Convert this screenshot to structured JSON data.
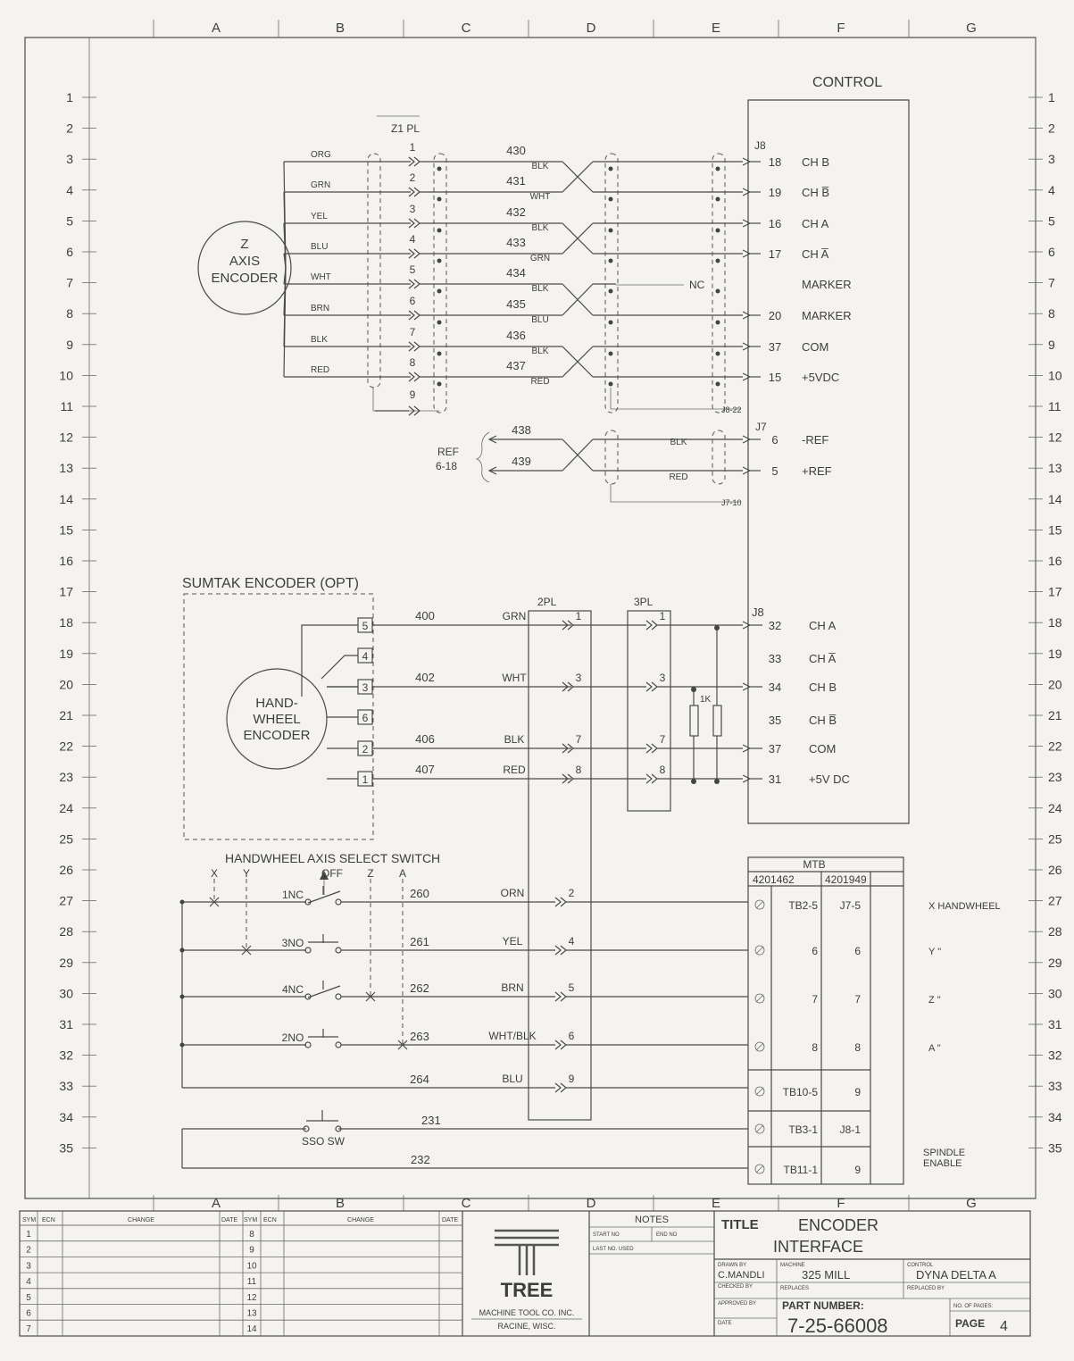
{
  "border": {
    "columns": [
      "A",
      "B",
      "C",
      "D",
      "E",
      "F",
      "G"
    ],
    "rows": [
      "1",
      "2",
      "3",
      "4",
      "5",
      "6",
      "7",
      "8",
      "9",
      "10",
      "11",
      "12",
      "13",
      "14",
      "15",
      "16",
      "17",
      "18",
      "19",
      "20",
      "21",
      "22",
      "23",
      "24",
      "25",
      "26",
      "27",
      "28",
      "29",
      "30",
      "31",
      "32",
      "33",
      "34",
      "35"
    ]
  },
  "control": {
    "label": "CONTROL"
  },
  "z_encoder": {
    "lines": [
      "Z",
      "AXIS",
      "ENCODER"
    ],
    "connector": "Z1 PL",
    "plug": "J8",
    "wire_colors": [
      "ORG",
      "GRN",
      "YEL",
      "BLU",
      "WHT",
      "BRN",
      "BLK",
      "RED"
    ],
    "pins": [
      "1",
      "2",
      "3",
      "4",
      "5",
      "6",
      "7",
      "8",
      "9"
    ],
    "wires": [
      {
        "num": "430",
        "color": "BLK",
        "pin": "18",
        "signal": "CH B"
      },
      {
        "num": "431",
        "color": "WHT",
        "pin": "19",
        "signal": "CH B̅"
      },
      {
        "num": "432",
        "color": "BLK",
        "pin": "16",
        "signal": "CH A"
      },
      {
        "num": "433",
        "color": "GRN",
        "pin": "17",
        "signal": "CH A̅"
      },
      {
        "num": "434",
        "color": "BLK",
        "pin": "",
        "signal": "MARKER"
      },
      {
        "num": "435",
        "color": "BLU",
        "pin": "20",
        "signal": "MARKER"
      },
      {
        "num": "436",
        "color": "BLK",
        "pin": "37",
        "signal": "COM"
      },
      {
        "num": "437",
        "color": "RED",
        "pin": "15",
        "signal": "+5VDC"
      }
    ],
    "nc": "NC",
    "shield_ref": "J8-22"
  },
  "ref": {
    "label": [
      "REF",
      "6-18"
    ],
    "plug": "J7",
    "wires": [
      {
        "num": "438",
        "color": "BLK",
        "pin": "6",
        "signal": "-REF"
      },
      {
        "num": "439",
        "color": "RED",
        "pin": "5",
        "signal": "+REF"
      }
    ],
    "shield_ref": "J7-10"
  },
  "sumtak": {
    "title": "SUMTAK ENCODER (OPT)",
    "lines": [
      "HAND-",
      "WHEEL",
      "ENCODER"
    ],
    "terminals": [
      "5",
      "4",
      "3",
      "6",
      "2",
      "1"
    ],
    "conn2": "2PL",
    "conn3": "3PL",
    "plug": "J8",
    "resistor": "1K",
    "wires": [
      {
        "num": "400",
        "color": "GRN",
        "pin2": "1",
        "pin3": "1",
        "pin": "32",
        "signal": "CH A"
      },
      {
        "num": "402",
        "color": "WHT",
        "pin2": "3",
        "pin3": "3",
        "pin": "34",
        "signal": "CH B"
      },
      {
        "num": "406",
        "color": "BLK",
        "pin2": "7",
        "pin3": "7",
        "pin": "37",
        "signal": "COM"
      },
      {
        "num": "407",
        "color": "RED",
        "pin2": "8",
        "pin3": "8",
        "pin": "31",
        "signal": "+5V DC"
      }
    ],
    "extra": [
      {
        "pin": "33",
        "signal": "CH A̅"
      },
      {
        "pin": "35",
        "signal": "CH B̅"
      }
    ]
  },
  "switch": {
    "title": "HANDWHEEL AXIS SELECT SWITCH",
    "axes": [
      "X",
      "Y",
      "OFF",
      "Z",
      "A"
    ],
    "contacts": [
      "1NC",
      "3NO",
      "4NC",
      "2NO"
    ],
    "wires": [
      {
        "num": "260",
        "color": "ORN",
        "pin": "2"
      },
      {
        "num": "261",
        "color": "YEL",
        "pin": "4"
      },
      {
        "num": "262",
        "color": "BRN",
        "pin": "5"
      },
      {
        "num": "263",
        "color": "WHT/BLK",
        "pin": "6"
      },
      {
        "num": "264",
        "color": "BLU",
        "pin": "9"
      }
    ],
    "sso": {
      "label": "SSO SW",
      "wire1": "231",
      "wire2": "232"
    }
  },
  "mtb": {
    "title": "MTB",
    "col1": "4201462",
    "col2": "4201949",
    "rows": [
      {
        "a": "TB2-5",
        "b": "J7-5",
        "note": "X HANDWHEEL"
      },
      {
        "a": "6",
        "b": "6",
        "note": "Y     \""
      },
      {
        "a": "7",
        "b": "7",
        "note": "Z     \""
      },
      {
        "a": "8",
        "b": "8",
        "note": "A     \""
      },
      {
        "a": "TB10-5",
        "b": "9",
        "note": ""
      },
      {
        "a": "TB3-1",
        "b": "J8-1",
        "note": ""
      },
      {
        "a": "TB11-1",
        "b": "9",
        "note": ""
      }
    ],
    "spindle": [
      "SPINDLE",
      "ENABLE"
    ]
  },
  "titleblock": {
    "headers": {
      "sym": "SYM",
      "ecn": "ECN",
      "change": "CHANGE",
      "date": "DATE"
    },
    "syms_left": [
      "1",
      "2",
      "3",
      "4",
      "5",
      "6",
      "7"
    ],
    "syms_right": [
      "8",
      "9",
      "10",
      "11",
      "12",
      "13",
      "14"
    ],
    "company": [
      "TREE",
      "MACHINE TOOL CO. INC.",
      "RACINE, WISC."
    ],
    "notes": {
      "title": "NOTES",
      "start": "START NO",
      "end": "END NO",
      "last": "LAST NO. USED"
    },
    "title_label": "TITLE",
    "title": [
      "ENCODER",
      "INTERFACE"
    ],
    "drawn_by_label": "DRAWN BY",
    "drawn_by": "C.MANDLI",
    "machine_label": "MACHINE",
    "machine": "325 MILL",
    "control_label": "CONTROL",
    "control": "DYNA DELTA A",
    "checked_label": "CHECKED BY",
    "replaces_label": "REPLACES",
    "replaced_label": "REPLACED BY",
    "approved_label": "APPROVED BY",
    "date_label": "DATE",
    "part_label": "PART NUMBER:",
    "part": "7-25-66008",
    "pages_label": "NO. OF PAGES:",
    "page_label": "PAGE",
    "page": "4"
  }
}
